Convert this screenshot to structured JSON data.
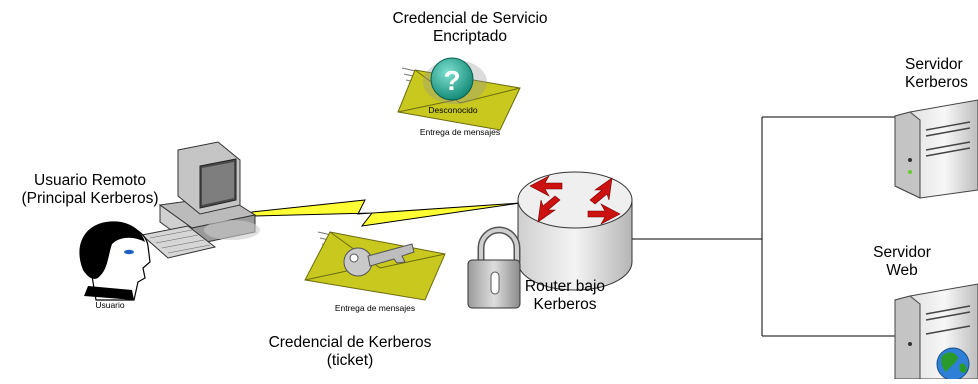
{
  "labels": {
    "service_credential_line1": "Credencial de Servicio",
    "service_credential_line2": "Encriptado",
    "unknown": "Desconocido",
    "msg_delivery_top": "Entrega de mensajes",
    "remote_user_line1": "Usuario Remoto",
    "remote_user_line2": "(Principal Kerberos)",
    "user": "Usuario",
    "msg_delivery_bottom": "Entrega de mensajes",
    "kerberos_credential_line1": "Credencial de Kerberos",
    "kerberos_credential_line2": "(ticket)",
    "router_line1": "Router bajo",
    "router_line2": "Kerberos",
    "kerberos_server_line1": "Servidor",
    "kerberos_server_line2": "Kerberos",
    "web_server_line1": "Servidor",
    "web_server_line2": "Web"
  },
  "icons": {
    "envelope_top": "envelope-question-icon",
    "envelope_bottom": "envelope-key-icon",
    "workstation": "computer-icon",
    "user": "user-head-icon",
    "router": "router-icon",
    "lock": "padlock-icon",
    "kerberos_server": "server-tower-icon",
    "web_server": "web-server-icon"
  },
  "colors": {
    "envelope": "#c8c81e",
    "lightning": "#ffff33",
    "router_arrow": "#cc1111",
    "question_circle": "#16a089",
    "globe": "#2a7a2a"
  }
}
